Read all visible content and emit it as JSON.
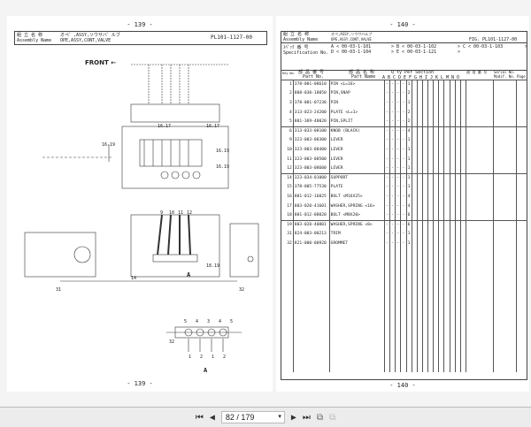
{
  "left_page": {
    "page_top": "- 139 -",
    "page_bottom": "- 139 -",
    "assembly_label_jp": "組 立 名 称",
    "assembly_label": "Assembly Name",
    "assembly_name_jp": "オペ゛,ASSY,ソウサバ゛ルブ",
    "assembly_name": "OPE,ASSY,CONT,VALVE",
    "fig": "PL101-1127-00",
    "front": "FRONT",
    "callouts": [
      "16.17",
      "16.17",
      "16.19",
      "16.19",
      "16.19",
      "9",
      "10",
      "11",
      "12",
      "A",
      "18.19",
      "31",
      "32",
      "14",
      "5",
      "4",
      "3",
      "4",
      "5",
      "32",
      "1",
      "2",
      "1",
      "2",
      "A"
    ]
  },
  "right_page": {
    "page_top": "- 140 -",
    "page_bottom": "- 140 -",
    "assembly_label_jp": "組 立 名 称",
    "assembly_label": "Assembly Name",
    "assembly_name_jp": "オペ,ASSY,ソウサバルブ",
    "assembly_name": "OPE,ASSY,CONT,VALVE",
    "fig": "FIG. PL101-1127-00",
    "spec_label_jp": "ｽﾍﾟｯｸ 番 号",
    "spec_label": "Specification No.",
    "specs": [
      "A < 00-03-1-101",
      ">  B < 00-03-1-102",
      ">  C < 00-03-1-103",
      ">",
      "D < 00-03-1-104",
      ">  E < 00-03-1-121",
      ">"
    ],
    "headers": {
      "key": "Key No.",
      "part_no_jp": "部 品 番 号",
      "part_no": "Part No.",
      "part_name_jp": "部 品 名 称",
      "part_name": "Part Name",
      "qty": "Q'ty Per Section",
      "sections": [
        "A",
        "B",
        "C",
        "D",
        "E",
        "F",
        "G",
        "H",
        "I",
        "J",
        "K",
        "L",
        "M",
        "N",
        "O"
      ],
      "serial_jp": "適 用 番 号",
      "serial": "Serial No.",
      "modif": "Modif. No.",
      "page": "Page"
    },
    "rows": [
      {
        "key": "1",
        "part": "378-001-08610",
        "name": "PIN <L=16>",
        "qty": "1",
        "grp": true
      },
      {
        "key": "2",
        "part": "808-030-18050",
        "name": "PIN,SNAP",
        "qty": "2"
      },
      {
        "key": "3",
        "part": "378-001-07230",
        "name": "PIN",
        "qty": "1"
      },
      {
        "key": "4",
        "part": "313-023-24200",
        "name": "PLATE <L=1>",
        "qty": "2"
      },
      {
        "key": "5",
        "part": "801-369-48020",
        "name": "PIN,SPLIT",
        "qty": "2"
      },
      {
        "key": "6",
        "part": "313-033-08100",
        "name": "KNOB (BLACK)",
        "qty": "4",
        "grp": true
      },
      {
        "key": "9",
        "part": "323-003-08300",
        "name": "LEVER",
        "qty": "1"
      },
      {
        "key": "10",
        "part": "323-003-08400",
        "name": "LEVER",
        "qty": "1"
      },
      {
        "key": "11",
        "part": "323-003-08500",
        "name": "LEVER",
        "qty": "1"
      },
      {
        "key": "12",
        "part": "323-003-08600",
        "name": "LEVER",
        "qty": "1"
      },
      {
        "key": "14",
        "part": "323-034-01000",
        "name": "SUPPORT",
        "qty": "1",
        "grp": true
      },
      {
        "key": "15",
        "part": "378-005-77530",
        "name": "PLATE",
        "qty": "1"
      },
      {
        "key": "16",
        "part": "801-012-16025",
        "name": "BOLT <M16X25>",
        "qty": "4"
      },
      {
        "key": "17",
        "part": "803-020-41601",
        "name": "WASHER,SPRING <16>",
        "qty": "4"
      },
      {
        "key": "18",
        "part": "801-012-08020",
        "name": "BOLT <M8X20>",
        "qty": "6"
      },
      {
        "key": "19",
        "part": "803-020-40801",
        "name": "WASHER,SPRING <8>",
        "qty": "6",
        "grp": true
      },
      {
        "key": "31",
        "part": "824-003-00213",
        "name": "TRIM",
        "qty": "1"
      },
      {
        "key": "32",
        "part": "821-000-00920",
        "name": "GROMMET",
        "qty": "1"
      }
    ]
  },
  "toolbar": {
    "page_value": "82 / 179",
    "icons": [
      "first-page-icon",
      "previous-page-icon",
      "next-page-icon",
      "last-page-icon",
      "fit-page-icon",
      "single-page-icon"
    ]
  }
}
